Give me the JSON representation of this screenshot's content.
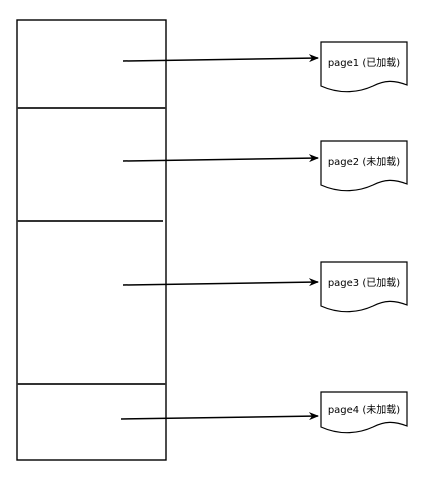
{
  "pages": [
    {
      "label": "page1 (已加载)"
    },
    {
      "label": "page2 (未加载)"
    },
    {
      "label": "page3 (已加载)"
    },
    {
      "label": "page4 (未加载)"
    }
  ]
}
